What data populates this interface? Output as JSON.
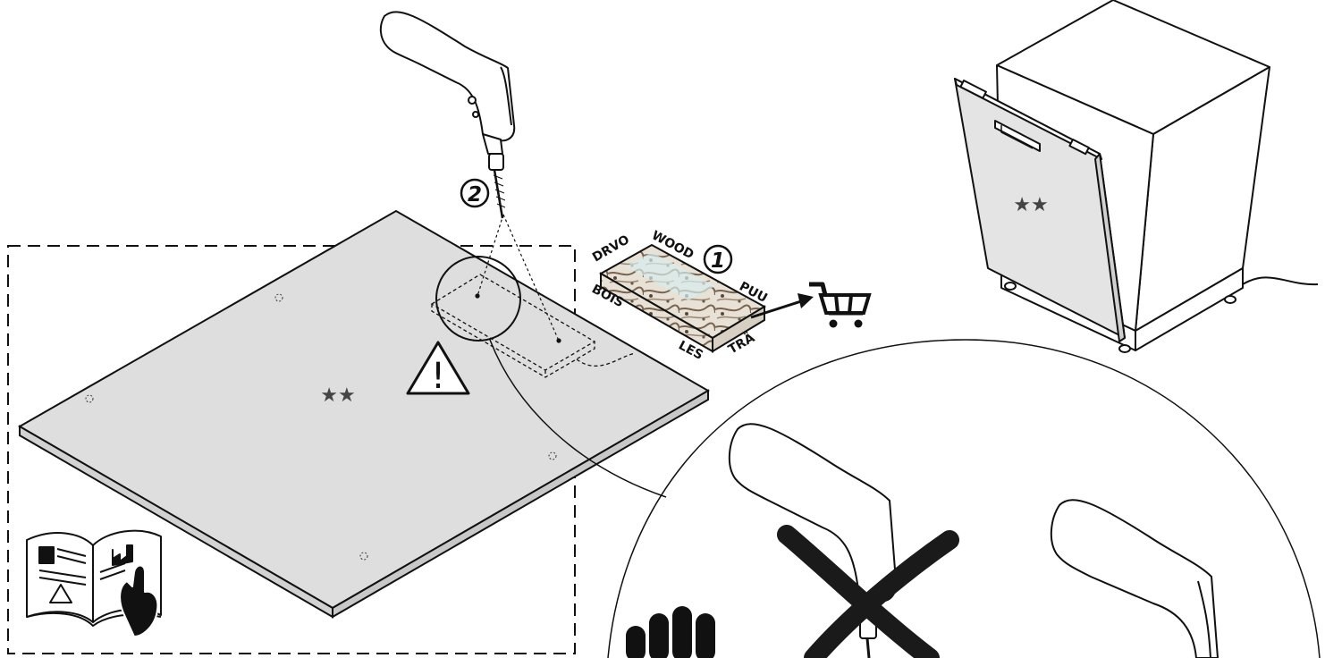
{
  "step_labels": {
    "wood_strip": "1",
    "drilling": "2"
  },
  "wood_labels": {
    "drvo": "DRVO",
    "wood": "WOOD",
    "puu": "PUU",
    "bois": "BOIS",
    "les": "LES",
    "tra": "TRÄ"
  },
  "panel_stars": "★★",
  "appliance_stars": "★★",
  "warning_mark": "!",
  "colors": {
    "line": "#111111",
    "panel_fill": "#dedede",
    "panel_edge": "#c8c8c8",
    "appliance_side": "#ffffff",
    "cross": "#1a1a1a"
  },
  "icons": [
    "drill-icon",
    "shopping-cart-icon",
    "warning-triangle-icon",
    "manual-book-icon",
    "glove-icon",
    "forbidden-cross-icon",
    "dishwasher-illustration"
  ]
}
